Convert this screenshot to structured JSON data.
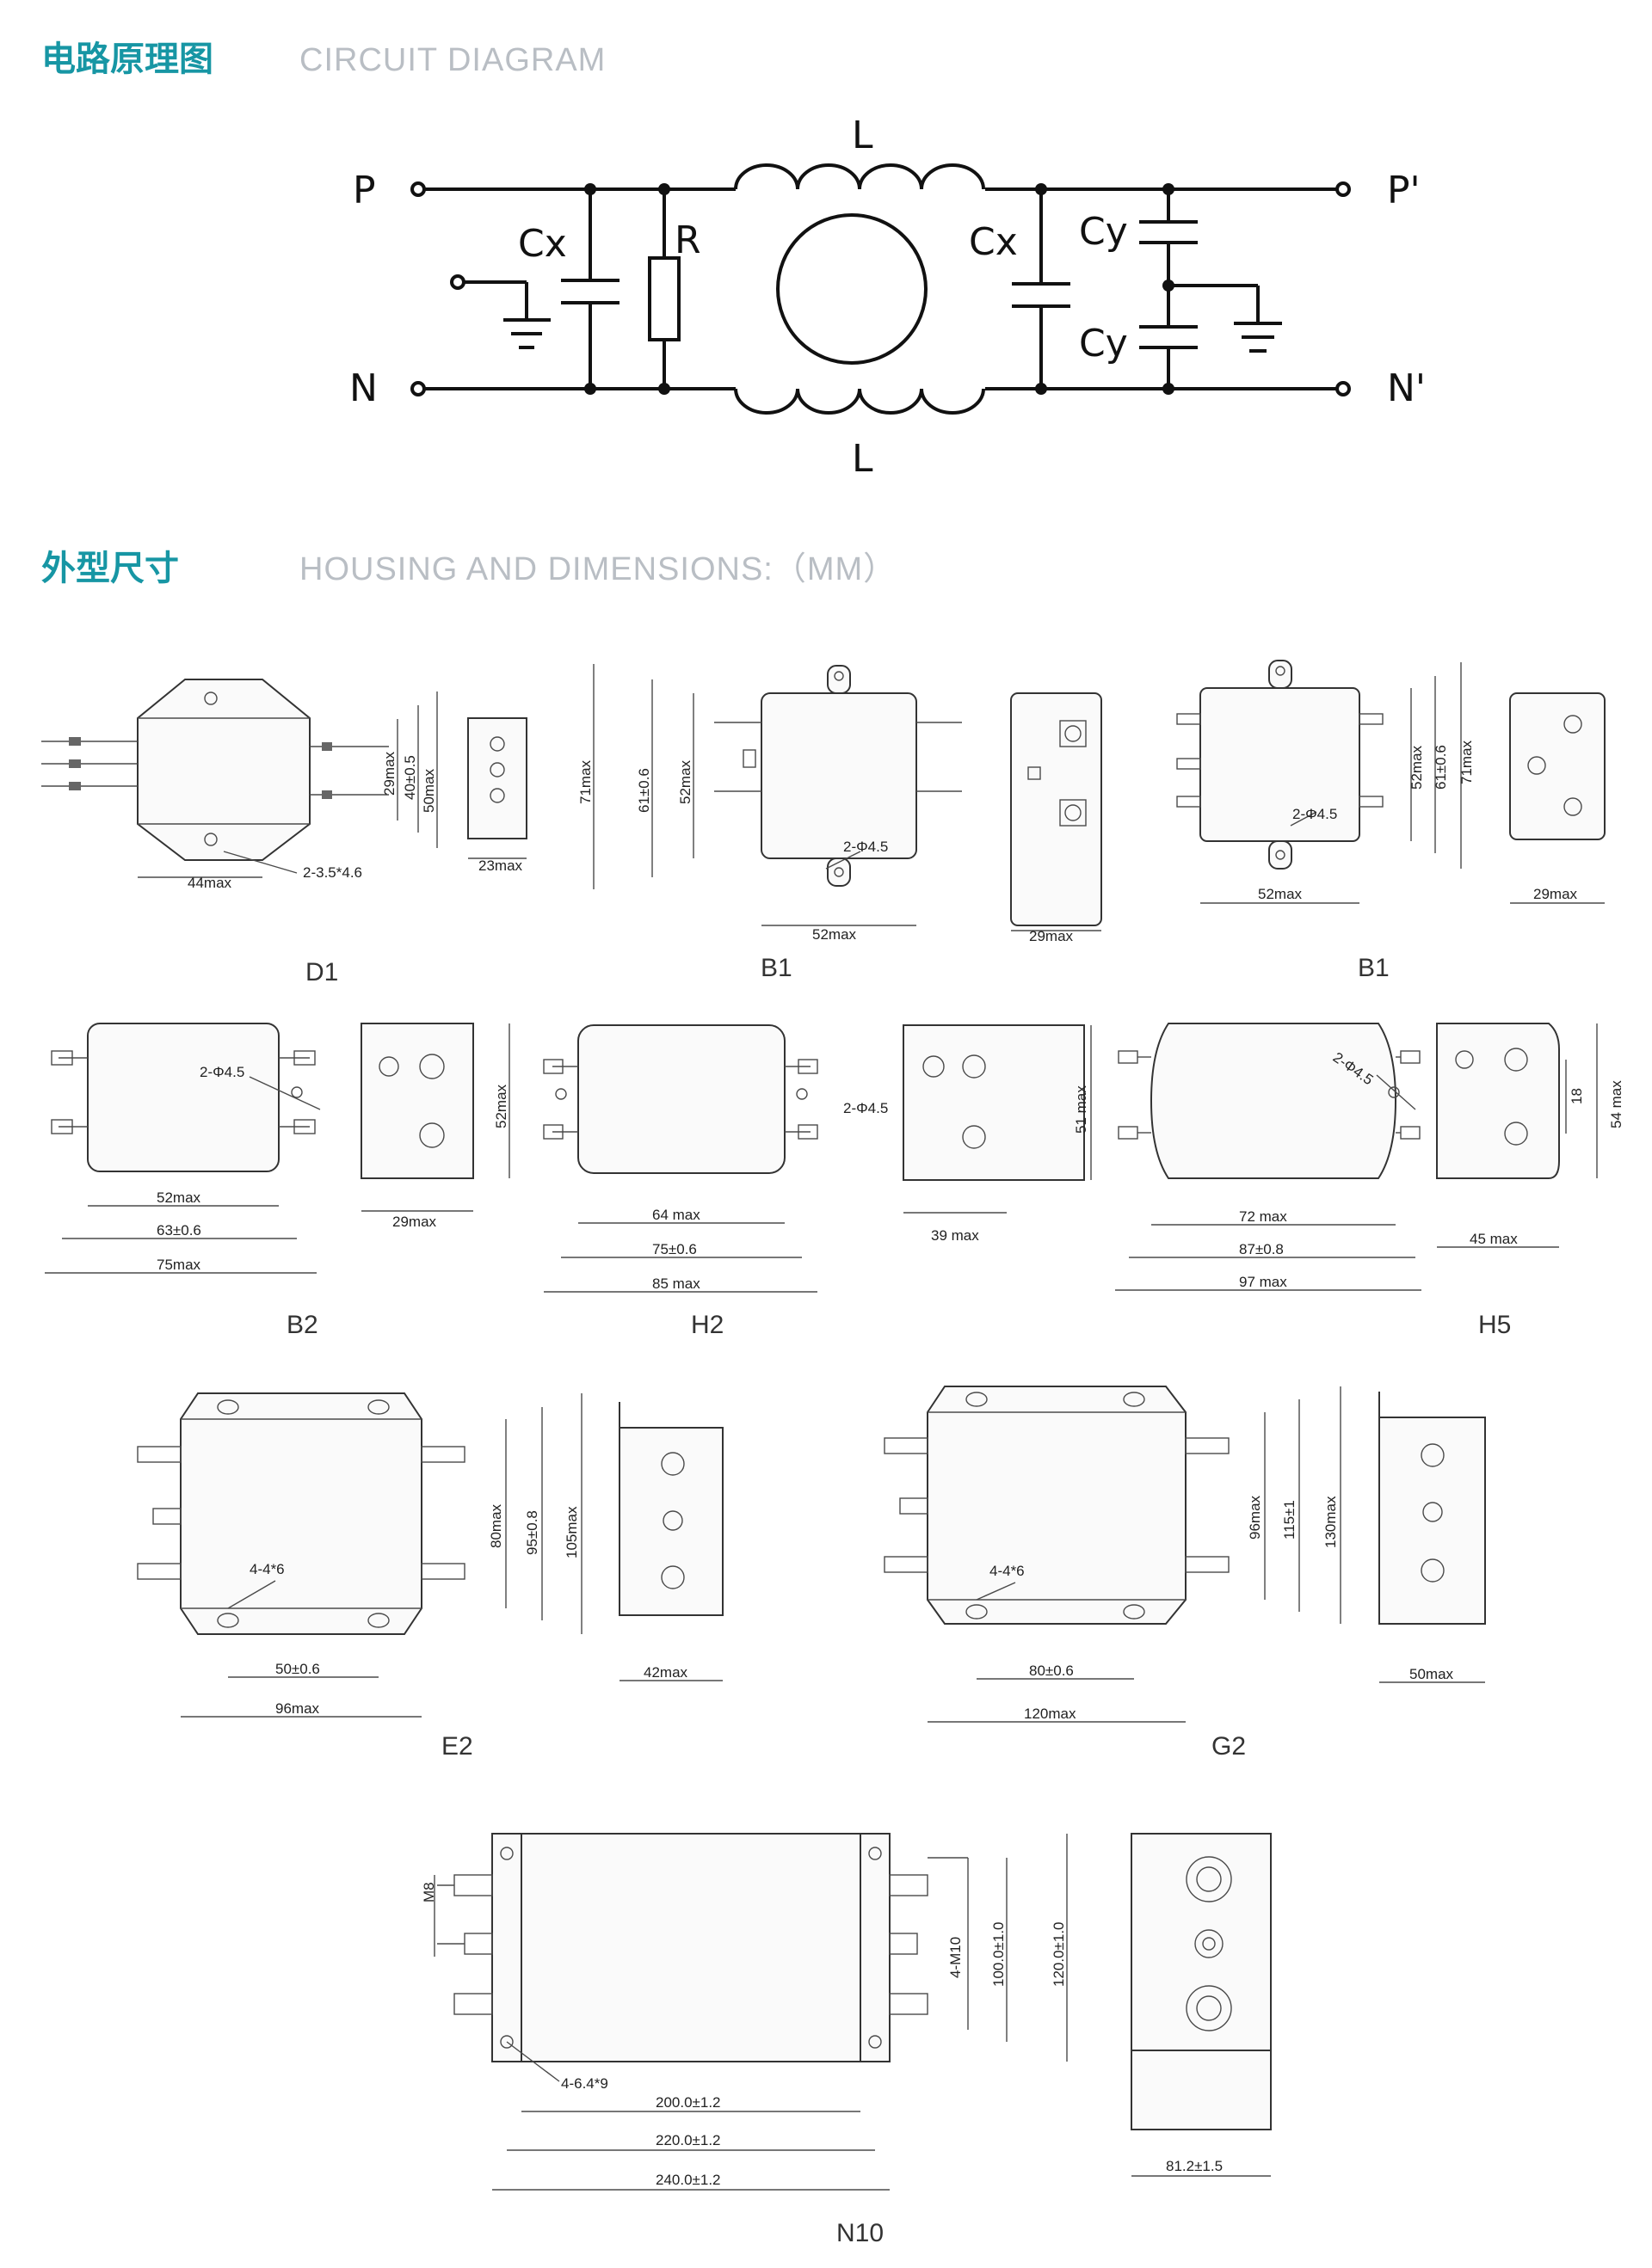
{
  "headers": {
    "circuit": {
      "cn": "电路原理图",
      "en": "CIRCUIT DIAGRAM"
    },
    "housing": {
      "cn": "外型尺寸",
      "en": "HOUSING AND DIMENSIONS:（MM）"
    }
  },
  "circuit": {
    "P": "P",
    "P_out": "P'",
    "N": "N",
    "N_out": "N'",
    "L_top": "L",
    "L_bottom": "L",
    "Cx_left": "Cx",
    "Cx_right": "Cx",
    "R": "R",
    "Cy_top": "Cy",
    "Cy_bottom": "Cy"
  },
  "drawings": {
    "d1": {
      "label": "D1",
      "dims": [
        "29max",
        "40±0.5",
        "50max",
        "44max",
        "2-3.5*4.6",
        "23max"
      ]
    },
    "b1a": {
      "label": "B1",
      "dims": [
        "71max",
        "61±0.6",
        "52max",
        "52max",
        "2-Φ4.5",
        "29max"
      ]
    },
    "b1b": {
      "label": "B1",
      "dims": [
        "52max",
        "61±0.6",
        "71max",
        "2-Φ4.5",
        "52max",
        "29max"
      ]
    },
    "b2": {
      "label": "B2",
      "dims": [
        "2-Φ4.5",
        "52max",
        "63±0.6",
        "75max",
        "52max",
        "29max"
      ]
    },
    "h2": {
      "label": "H2",
      "dims": [
        "2-Φ4.5",
        "64 max",
        "75±0.6",
        "85 max",
        "51 max",
        "39 max"
      ]
    },
    "h5": {
      "label": "H5",
      "dims": [
        "2-Φ4.5",
        "72 max",
        "87±0.8",
        "97 max",
        "18",
        "54 max",
        "45 max"
      ]
    },
    "e2": {
      "label": "E2",
      "dims": [
        "80max",
        "95±0.8",
        "105max",
        "4-4*6",
        "50±0.6",
        "96max",
        "42max"
      ]
    },
    "g2": {
      "label": "G2",
      "dims": [
        "96max",
        "115±1",
        "130max",
        "4-4*6",
        "80±0.6",
        "120max",
        "50max"
      ]
    },
    "n10": {
      "label": "N10",
      "dims": [
        "M8",
        "4-M10",
        "100.0±1.0",
        "120.0±1.0",
        "4-6.4*9",
        "200.0±1.2",
        "220.0±1.2",
        "240.0±1.2",
        "81.2±1.5"
      ]
    }
  }
}
